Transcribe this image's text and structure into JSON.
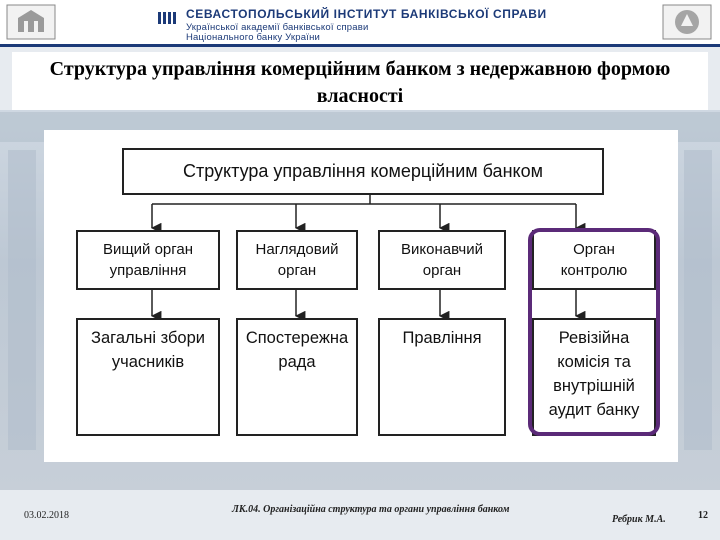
{
  "header": {
    "institute_line1": "СЕВАСТОПОЛЬСЬКИЙ ІНСТИТУТ БАНКІВСЬКОЇ СПРАВИ",
    "institute_line2": "Української академії банківської справи",
    "institute_line3": "Національного банку України"
  },
  "slide": {
    "title": "Структура управління комерційним банком з недержавною формою власності"
  },
  "diagram": {
    "root": "Структура управління комерційним банком",
    "categories": [
      {
        "label": "Вищий орган управління",
        "body": "Загальні збори учасників"
      },
      {
        "label": "Наглядовий орган",
        "body": "Спостережна рада"
      },
      {
        "label": "Виконавчий орган",
        "body": "Правління"
      },
      {
        "label": "Орган контролю",
        "body": "Ревізійна комісія та внутрішній аудит банку"
      }
    ],
    "highlight_color": "#5b2a78"
  },
  "footer": {
    "date": "03.02.2018",
    "lecture": "ЛК.04. Організаційна структура та органи управління банком",
    "author": "Ребрик М.А.",
    "page": "12"
  }
}
